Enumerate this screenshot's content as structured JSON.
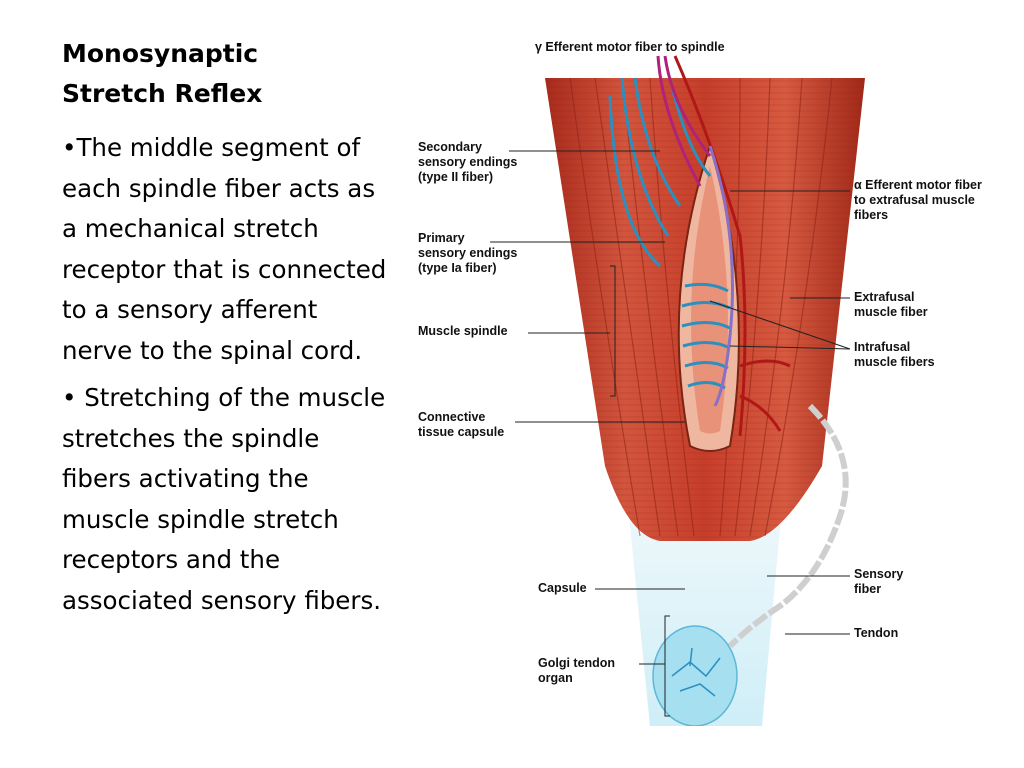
{
  "slide": {
    "title_line1": "Monosynaptic",
    "title_line2": "Stretch Reflex",
    "bullets": [
      "•The middle segment of each spindle fiber acts as a mechanical stretch receptor that is connected to a sensory afferent nerve to the spinal cord.",
      "• Stretching of the muscle stretches the spindle fibers activating the muscle spindle stretch receptors and the associated sensory fibers."
    ]
  },
  "figure": {
    "labels": {
      "gamma_efferent": "γ Efferent motor fiber to spindle",
      "secondary": "Secondary\nsensory endings\n(type II fiber)",
      "primary": "Primary\nsensory endings\n(type Ia fiber)",
      "muscle_spindle": "Muscle spindle",
      "connective": "Connective\ntissue capsule",
      "alpha_efferent": "α Efferent motor fiber\nto extrafusal muscle\nfibers",
      "extrafusal": "Extrafusal\nmuscle fiber",
      "intrafusal": "Intrafusal\nmuscle fibers",
      "capsule": "Capsule",
      "golgi": "Golgi tendon\norgan",
      "sensory_fiber": "Sensory\nfiber",
      "tendon": "Tendon"
    },
    "colors": {
      "muscle": "#c8402e",
      "muscle_light": "#e07058",
      "tendon": "#dff3fa",
      "sensory_blue": "#2b8fc0",
      "gamma_magenta": "#b0227a",
      "alpha_red": "#b01818",
      "purple": "#8a6fc4"
    }
  }
}
